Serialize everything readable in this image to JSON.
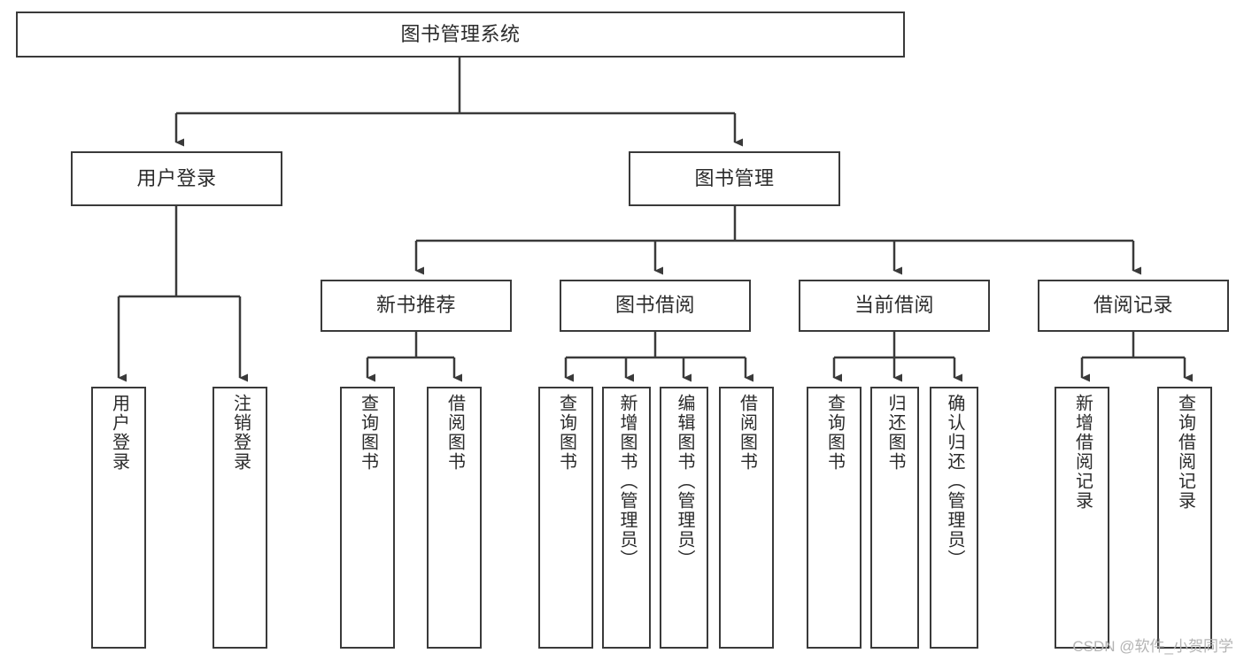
{
  "diagram": {
    "title": "图书管理系统",
    "type": "tree",
    "orientation": "top-down",
    "style": {
      "box_border_color": "#3a3a3a",
      "box_fill_color": "#ffffff",
      "connector_color": "#3a3a3a",
      "text_color": "#2b2b2b",
      "background_color": "#ffffff"
    },
    "root": {
      "label": "图书管理系统",
      "level": 0
    },
    "level2": [
      {
        "label": "用户登录"
      },
      {
        "label": "图书管理"
      }
    ],
    "level3": [
      {
        "label": "新书推荐"
      },
      {
        "label": "图书借阅"
      },
      {
        "label": "当前借阅"
      },
      {
        "label": "借阅记录"
      }
    ],
    "leaves": {
      "user_login": [
        {
          "label": "用户登录"
        },
        {
          "label": "注销登录"
        }
      ],
      "new_book_recommend": [
        {
          "label": "查询图书"
        },
        {
          "label": "借阅图书"
        }
      ],
      "book_borrow": [
        {
          "label": "查询图书"
        },
        {
          "label": "新增图书（管理员）"
        },
        {
          "label": "编辑图书（管理员）"
        },
        {
          "label": "借阅图书"
        }
      ],
      "current_borrow": [
        {
          "label": "查询图书"
        },
        {
          "label": "归还图书"
        },
        {
          "label": "确认归还（管理员）"
        }
      ],
      "borrow_record": [
        {
          "label": "新增借阅记录"
        },
        {
          "label": "查询借阅记录"
        }
      ]
    }
  },
  "watermark": {
    "text": "CSDN @软件_小贺同学"
  }
}
